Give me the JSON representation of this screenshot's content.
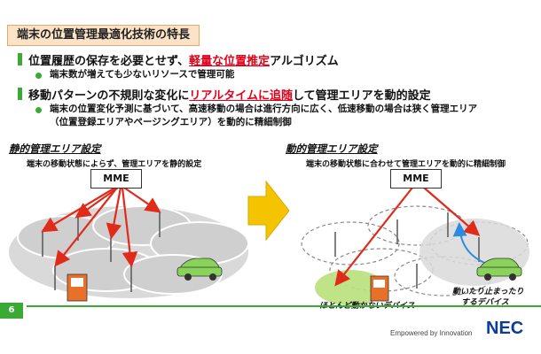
{
  "slide": {
    "title": "端末の位置管理最適化技術の特長",
    "page_number": "6"
  },
  "points": [
    {
      "text_before": "位置履歴の保存を必要とせず、",
      "highlight": "軽量な位置推定",
      "text_after": "アルゴリズム",
      "sub": [
        "端末数が増えても少ないリソースで管理可能"
      ]
    },
    {
      "text_before": "移動パターンの不規則な変化に",
      "highlight": "リアルタイムに追随",
      "text_after": "して管理エリアを動的設定",
      "sub": [
        "端末の位置変化予測に基づいて、高速移動の場合は進行方向に広く、低速移動の場合は狭く管理エリア",
        "（位置登録エリアやページングエリア）を動的に精細制御"
      ]
    }
  ],
  "static_panel": {
    "heading": "静的管理エリア設定",
    "caption": "端末の移動状態によらず、管理エリアを静的設定",
    "mme_label": "MME"
  },
  "dynamic_panel": {
    "heading": "動的管理エリア設定",
    "caption": "端末の移動状態に合わせて管理エリアを動的に精細制御",
    "mme_label": "MME",
    "label_stationary": "ほとんど動かないデバイス",
    "label_moving_1": "動いたり止まったり",
    "label_moving_2": "するデバイス"
  },
  "footer": {
    "tagline": "Empowered by Innovation",
    "logo": "NEC"
  },
  "colors": {
    "accent_green": "#3aaa35",
    "highlight_red": "#e0001a",
    "arrow_yellow": "#f5c400",
    "title_bg": "#fbe3c8",
    "nec_blue": "#0b3c9a"
  }
}
